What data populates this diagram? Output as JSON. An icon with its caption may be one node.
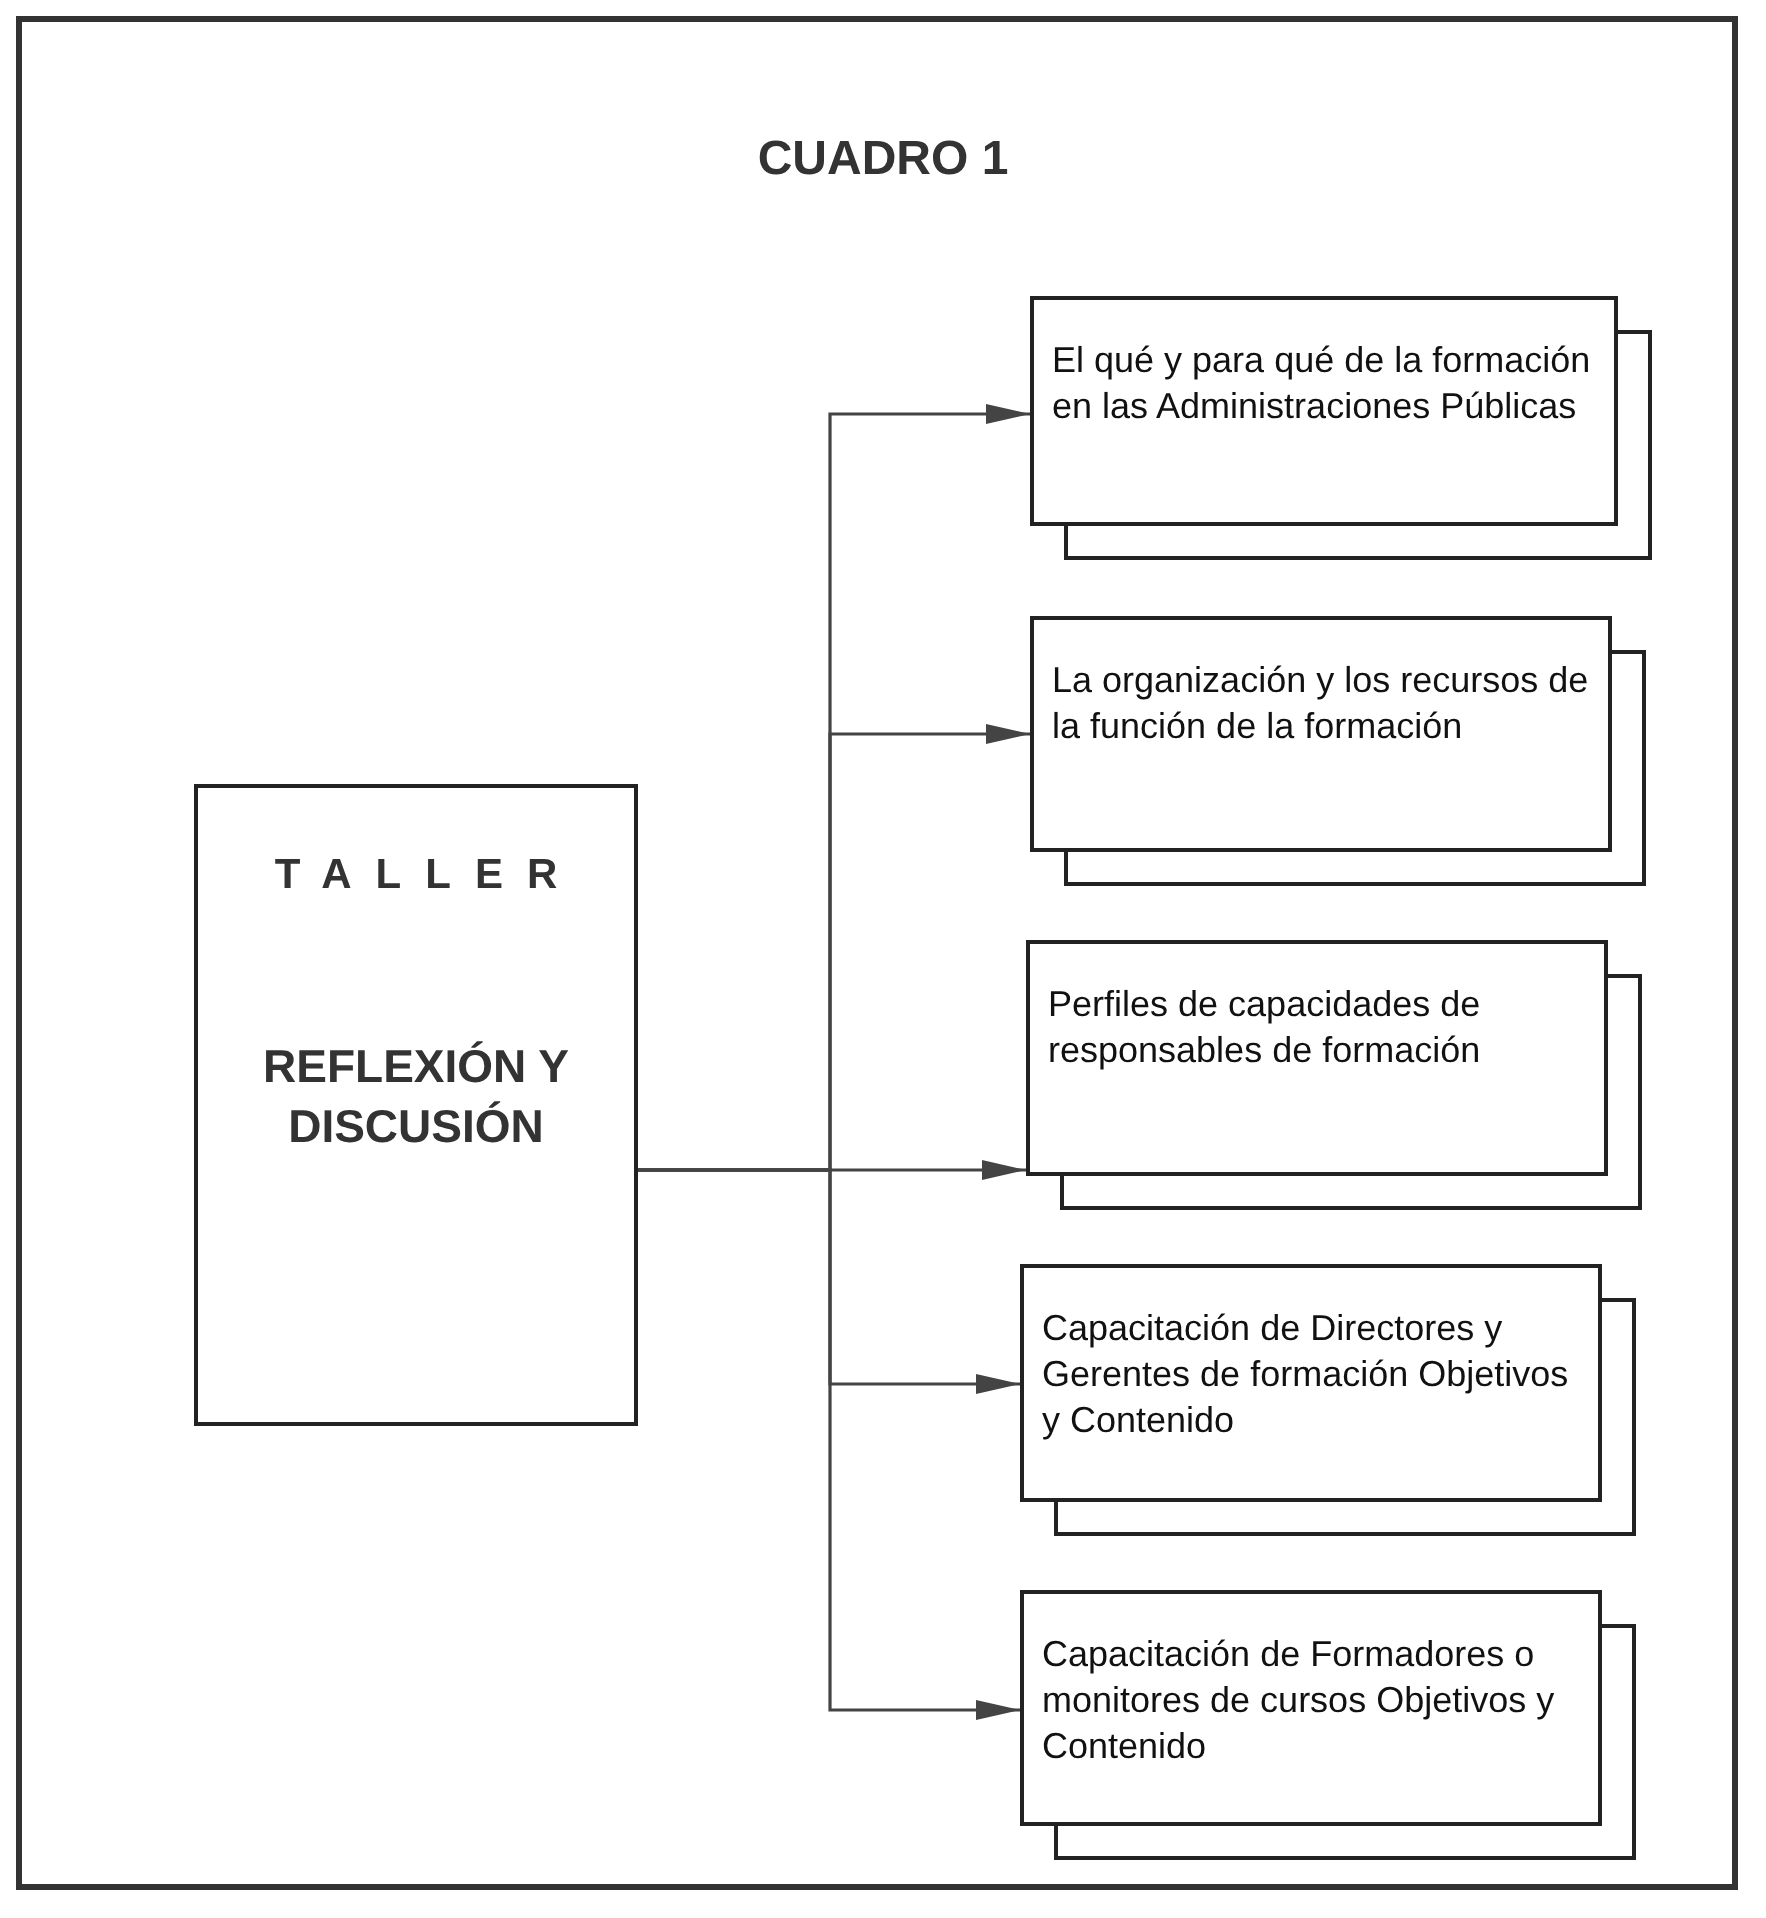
{
  "diagram": {
    "title": "CUADRO 1",
    "nodes": [
      {
        "text": [
          "TALLER",
          "REFLEXIÓN Y DISCUSIÓN"
        ]
      },
      {
        "text": [
          "El qué y para qué de la formación en las Administraciones Públicas"
        ]
      },
      {
        "text": [
          "La organización y los recursos de la función de la formación"
        ]
      },
      {
        "text": [
          "Perfiles de capacidades de responsables de formación"
        ]
      },
      {
        "text": [
          "Capacitación de Directores y Gerentes de formación Objetivos y Contenido"
        ]
      },
      {
        "text": [
          "Capacitación de Formadores o monitores de cursos Objetivos y Contenido"
        ]
      }
    ],
    "edges": [
      {
        "from": 0,
        "to": 1,
        "arrow": "to"
      },
      {
        "from": 0,
        "to": 2,
        "arrow": "to"
      },
      {
        "from": 0,
        "to": 3,
        "arrow": "to"
      },
      {
        "from": 0,
        "to": 4,
        "arrow": "to"
      },
      {
        "from": 0,
        "to": 5,
        "arrow": "to"
      }
    ]
  }
}
